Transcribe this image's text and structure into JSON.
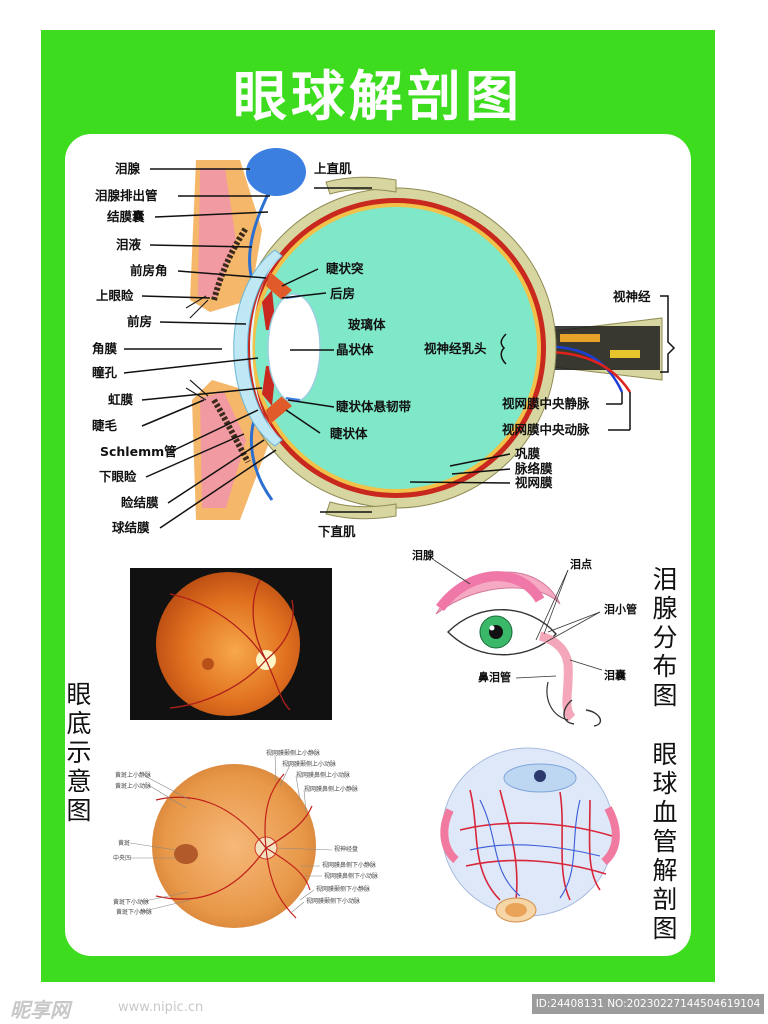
{
  "title": "眼球解剖图",
  "eye_labels": {
    "lacrimal_gland": "泪腺",
    "lacrimal_duct": "泪腺排出管",
    "conjunctival_sac": "结膜囊",
    "tears": "泪液",
    "anterior_angle": "前房角",
    "upper_eyelid": "上眼睑",
    "anterior_chamber": "前房",
    "cornea": "角膜",
    "pupil": "瞳孔",
    "iris": "虹膜",
    "eyelash": "睫毛",
    "schlemm": "Schlemm管",
    "lower_eyelid": "下眼睑",
    "palpebral_conj": "睑结膜",
    "bulbar_conj": "球结膜",
    "superior_rectus": "上直肌",
    "ciliary_process": "睫状突",
    "posterior_chamber": "后房",
    "vitreous": "玻璃体",
    "lens": "晶状体",
    "zonule": "睫状体悬韧带",
    "ciliary_body": "睫状体",
    "optic_nerve": "视神经",
    "optic_disc": "视神经乳头",
    "central_vein": "视网膜中央静脉",
    "central_artery": "视网膜中央动脉",
    "sclera": "巩膜",
    "choroid": "脉络膜",
    "retina": "视网膜",
    "inferior_rectus": "下直肌"
  },
  "fundus": {
    "title": "眼底示意图",
    "labels_left": [
      "黄斑上小静脉",
      "黄斑上小动脉",
      "黄斑",
      "中央凹",
      "黄斑下小动脉",
      "黄斑下小静脉"
    ],
    "labels_right": [
      "视网膜颞侧上小静脉",
      "视网膜颞侧上小动脉",
      "视网膜鼻侧上小动脉",
      "视网膜鼻侧上小静脉",
      "视神经盘",
      "视网膜鼻侧下小静脉",
      "视网膜鼻侧下小动脉",
      "视网膜颞侧下小静脉",
      "视网膜颞侧下小动脉"
    ]
  },
  "lacrimal": {
    "title": "泪腺分布图",
    "gland": "泪腺",
    "punctum": "泪点",
    "canaliculus": "泪小管",
    "sac": "泪囊",
    "nasolacrimal": "鼻泪管"
  },
  "vascular": {
    "title": "眼球血管解剖图"
  },
  "footer": {
    "logo": "昵享网",
    "url": "www.nipic.cn",
    "id": "ID:24408131 NO:20230227144504619104"
  },
  "colors": {
    "frame": "#3ddc1f",
    "vitreous": "#7fe8c8",
    "sclera": "#d8d6a0",
    "choroid": "#c8281e"
  }
}
